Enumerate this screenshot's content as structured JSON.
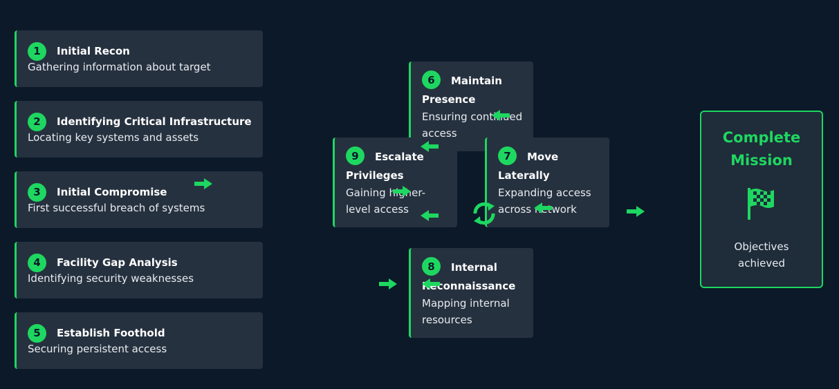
{
  "steps": [
    {
      "number": "1",
      "title": "Initial Recon",
      "desc": "Gathering information about target"
    },
    {
      "number": "2",
      "title": "Identifying Critical Infrastructure",
      "desc": "Locating key systems and assets"
    },
    {
      "number": "3",
      "title": "Initial Compromise",
      "desc": "First successful breach of systems"
    },
    {
      "number": "4",
      "title": "Facility Gap Analysis",
      "desc": "Identifying security weaknesses"
    },
    {
      "number": "5",
      "title": "Establish Foothold",
      "desc": "Securing persistent access"
    }
  ],
  "cycle": {
    "s6": {
      "number": "6",
      "title": "Maintain Presence",
      "desc": "Ensuring continued access"
    },
    "s7": {
      "number": "7",
      "title": "Move Laterally",
      "desc": "Expanding access across network"
    },
    "s8": {
      "number": "8",
      "title": "Internal Reconnaissance",
      "desc": "Mapping internal resources"
    },
    "s9": {
      "number": "9",
      "title": "Escalate Privileges",
      "desc": "Gaining higher-level access"
    }
  },
  "final": {
    "title": "Complete Mission",
    "desc": "Objectives achieved",
    "icon": "checkered-flag-icon"
  },
  "colors": {
    "accent": "#1ed760",
    "background": "#0b1929",
    "card": "#26313f"
  }
}
